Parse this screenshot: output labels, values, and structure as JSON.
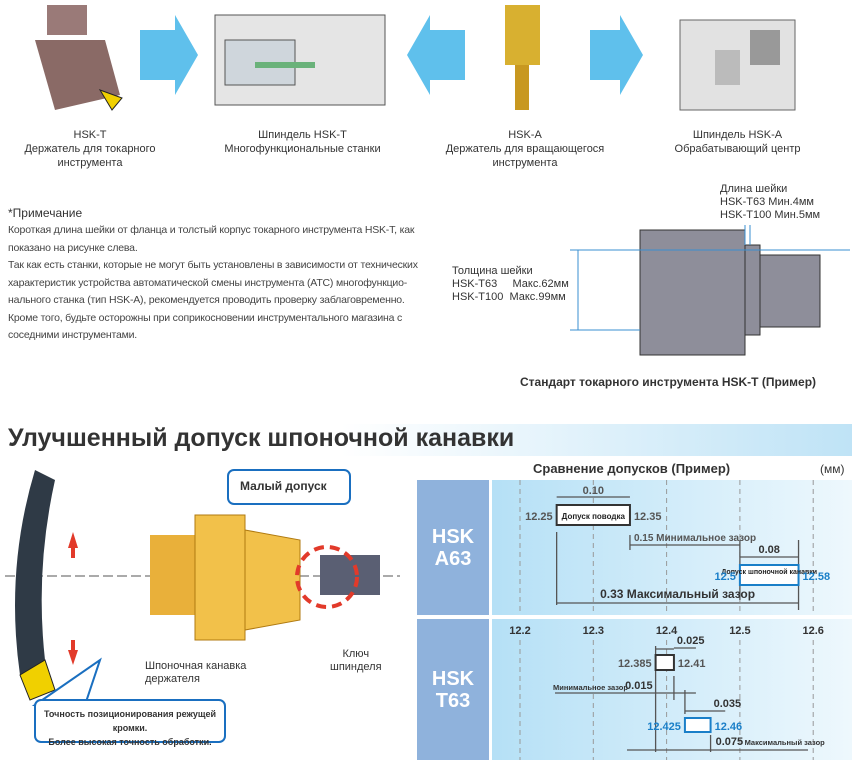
{
  "top_items": [
    {
      "title": "HSK-T",
      "desc": "Держатель для токарного инструмента"
    },
    {
      "title": "Шпиндель HSK-T",
      "desc": "Многофункциональные станки"
    },
    {
      "title": "HSK-A",
      "desc": "Держатель для вращающегося инструмента"
    },
    {
      "title": "Шпиндель HSK-A",
      "desc": "Обрабатывающий центр"
    }
  ],
  "note": {
    "title": "*Примечание",
    "lines": [
      "Короткая длина шейки от фланца и толстый корпус токарного инструмента HSK-T, как",
      "показано на рисунке слева.",
      "Так как есть станки, которые не могут быть установлены в зависимости от технических",
      "характеристик устройства автоматической смены инструмента (ATC) многофункцио-",
      "нального станка (тип HSK-A), рекомендуется проводить проверку заблаговременно.",
      "Кроме того, будьте осторожны при соприкосновении инструментального магазина с",
      "соседними инструментами."
    ]
  },
  "tool_figure": {
    "neck_length_title": "Длина шейки",
    "neck_length": [
      "HSK-T63   Мин.4мм",
      "HSK-T100  Мин.5мм"
    ],
    "neck_thickness_title": "Толщина шейки",
    "neck_thickness": [
      "HSK-T63     Макс.62мм",
      "HSK-T100  Макс.99мм"
    ],
    "caption": "Стандарт токарного инструмента HSK-T (Пример)"
  },
  "section_title": "Улучшенный допуск шпоночной канавки",
  "left_figure": {
    "callout": "Малый допуск",
    "groove_label": [
      "Шпоночная канавка",
      "держателя"
    ],
    "key_label": [
      "Ключ",
      "шпинделя"
    ],
    "accuracy": [
      "Точность позиционирования режущей кромки.",
      "Более высокая точность обработки."
    ]
  },
  "comparison": {
    "title": "Сравнение допусков (Пример)",
    "unit": "(мм)",
    "axis_ticks": [
      "12.2",
      "12.3",
      "12.4",
      "12.5",
      "12.6"
    ],
    "colors": {
      "blue": "#1a7fc8",
      "side": "#8fb2dc"
    },
    "a63": {
      "label": [
        "HSK",
        "A63"
      ],
      "driver": {
        "min": "12.25",
        "max": "12.35",
        "label": "Допуск поводка",
        "width": "0.10"
      },
      "groove": {
        "min": "12.5",
        "max": "12.58",
        "label": "Допуск шпоночной канавки",
        "width": "0.08"
      },
      "min_gap": "0.15 Минимальное зазор",
      "max_gap": "0.33 Максимальный зазор"
    },
    "t63": {
      "label": [
        "HSK",
        "T63"
      ],
      "driver": {
        "min": "12.385",
        "max": "12.41",
        "width": "0.025"
      },
      "groove": {
        "min": "12.425",
        "max": "12.46",
        "width": "0.035"
      },
      "min_gap_label": "Минимальное зазор",
      "min_gap": "0.015",
      "max_gap": "0.075",
      "max_gap_label": "Максимальный зазор"
    }
  }
}
